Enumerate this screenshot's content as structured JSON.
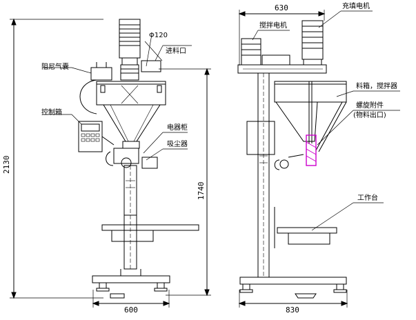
{
  "labels": {
    "damper": "阻尼气囊",
    "control_box": "控制箱",
    "diameter": "Φ120",
    "inlet": "进料口",
    "electric_cabinet": "电器柜",
    "dust_collector": "吸尘器",
    "stir_motor": "搅拌电机",
    "fill_motor": "充填电机",
    "hopper_stirrer": "料箱，搅拌器",
    "screw_accessory": "螺旋附件",
    "outlet": "(物料出口)",
    "workbench": "工作台"
  },
  "dimensions": {
    "total_height": "2130",
    "stand_height": "1740",
    "front_width": "600",
    "side_width": "630",
    "base_depth": "830"
  },
  "colors": {
    "line": "#000000",
    "magenta_part": "#cc00cc",
    "background": "#ffffff"
  }
}
